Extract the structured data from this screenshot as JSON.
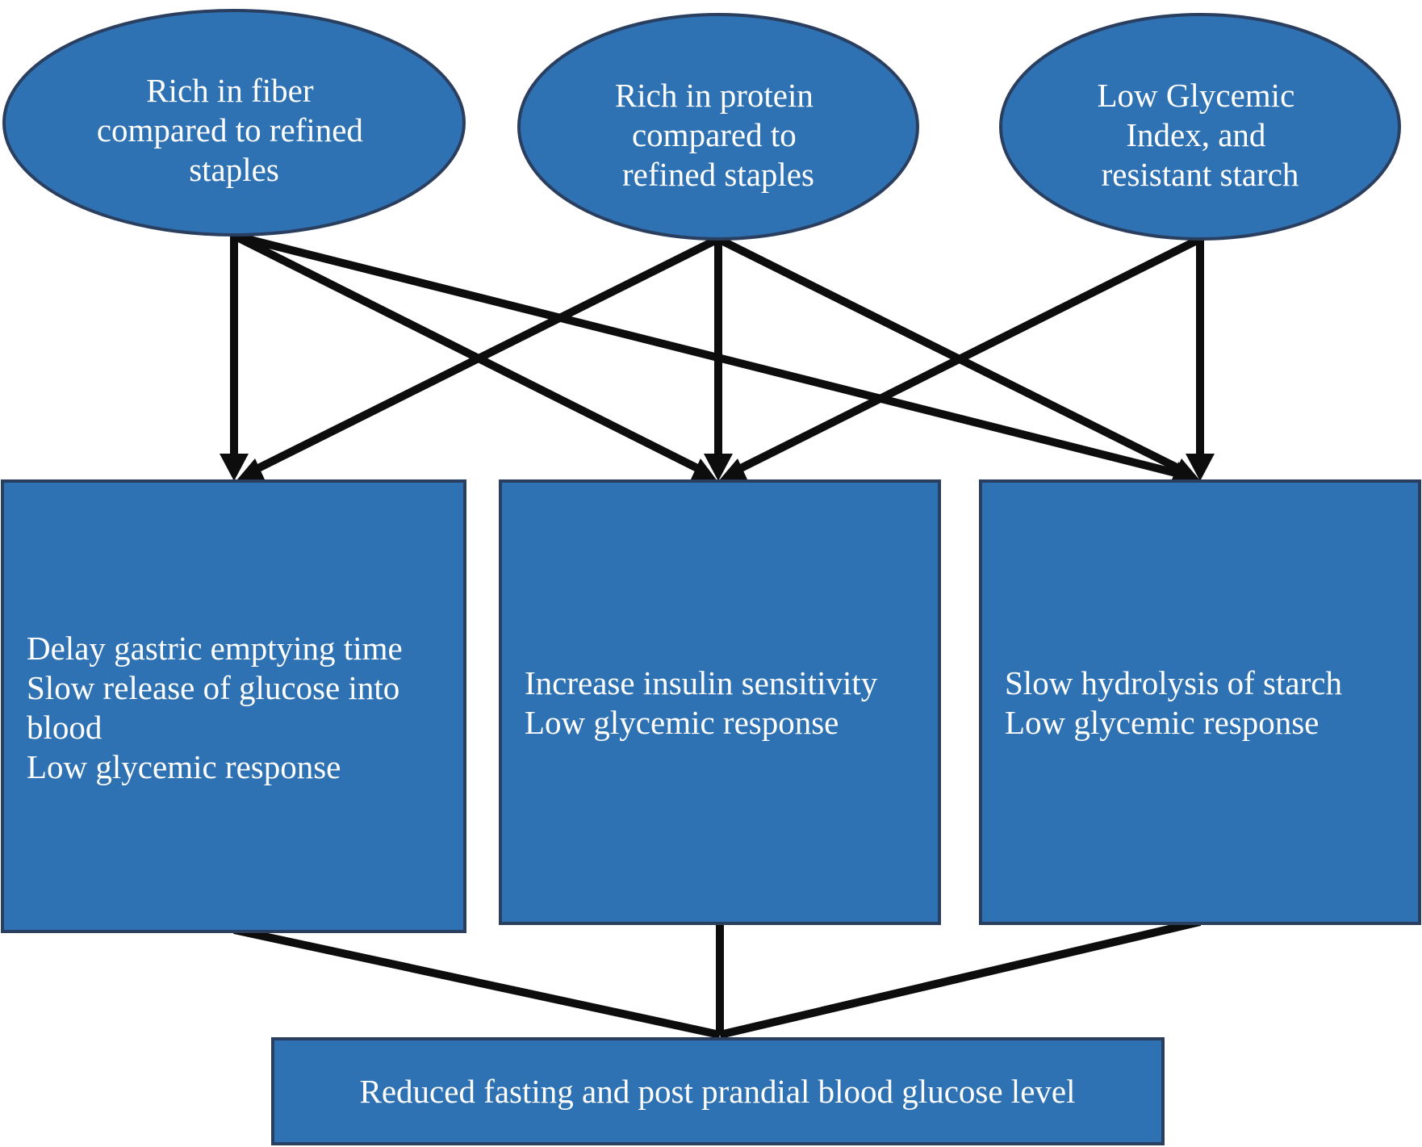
{
  "diagram": {
    "sources": [
      {
        "id": "fiber",
        "lines": [
          "Rich in fiber",
          "compared to refined",
          "staples"
        ]
      },
      {
        "id": "protein",
        "lines": [
          "Rich in protein",
          "compared to",
          "refined staples"
        ]
      },
      {
        "id": "gi",
        "lines": [
          "Low Glycemic",
          "Index, and",
          "resistant starch"
        ]
      }
    ],
    "effects": [
      {
        "id": "gastric",
        "lines": [
          "Delay gastric emptying time",
          "Slow release of glucose into",
          "blood",
          "Low glycemic response"
        ]
      },
      {
        "id": "insulin",
        "lines": [
          "Increase insulin sensitivity",
          "Low glycemic response"
        ]
      },
      {
        "id": "starch",
        "lines": [
          "Slow hydrolysis of starch",
          "Low glycemic response"
        ]
      }
    ],
    "outcome": {
      "id": "glucose",
      "text": "Reduced fasting and post prandial blood glucose level"
    },
    "edges": [
      [
        "fiber",
        "gastric"
      ],
      [
        "fiber",
        "insulin"
      ],
      [
        "fiber",
        "starch"
      ],
      [
        "protein",
        "gastric"
      ],
      [
        "protein",
        "insulin"
      ],
      [
        "protein",
        "starch"
      ],
      [
        "gi",
        "insulin"
      ],
      [
        "gi",
        "starch"
      ],
      [
        "gastric",
        "glucose"
      ],
      [
        "insulin",
        "glucose"
      ],
      [
        "starch",
        "glucose"
      ]
    ],
    "colors": {
      "node_fill": "#2f72b3",
      "node_border": "#2a3f5f",
      "edge": "#0d0d0d",
      "text": "#ffffff"
    }
  }
}
